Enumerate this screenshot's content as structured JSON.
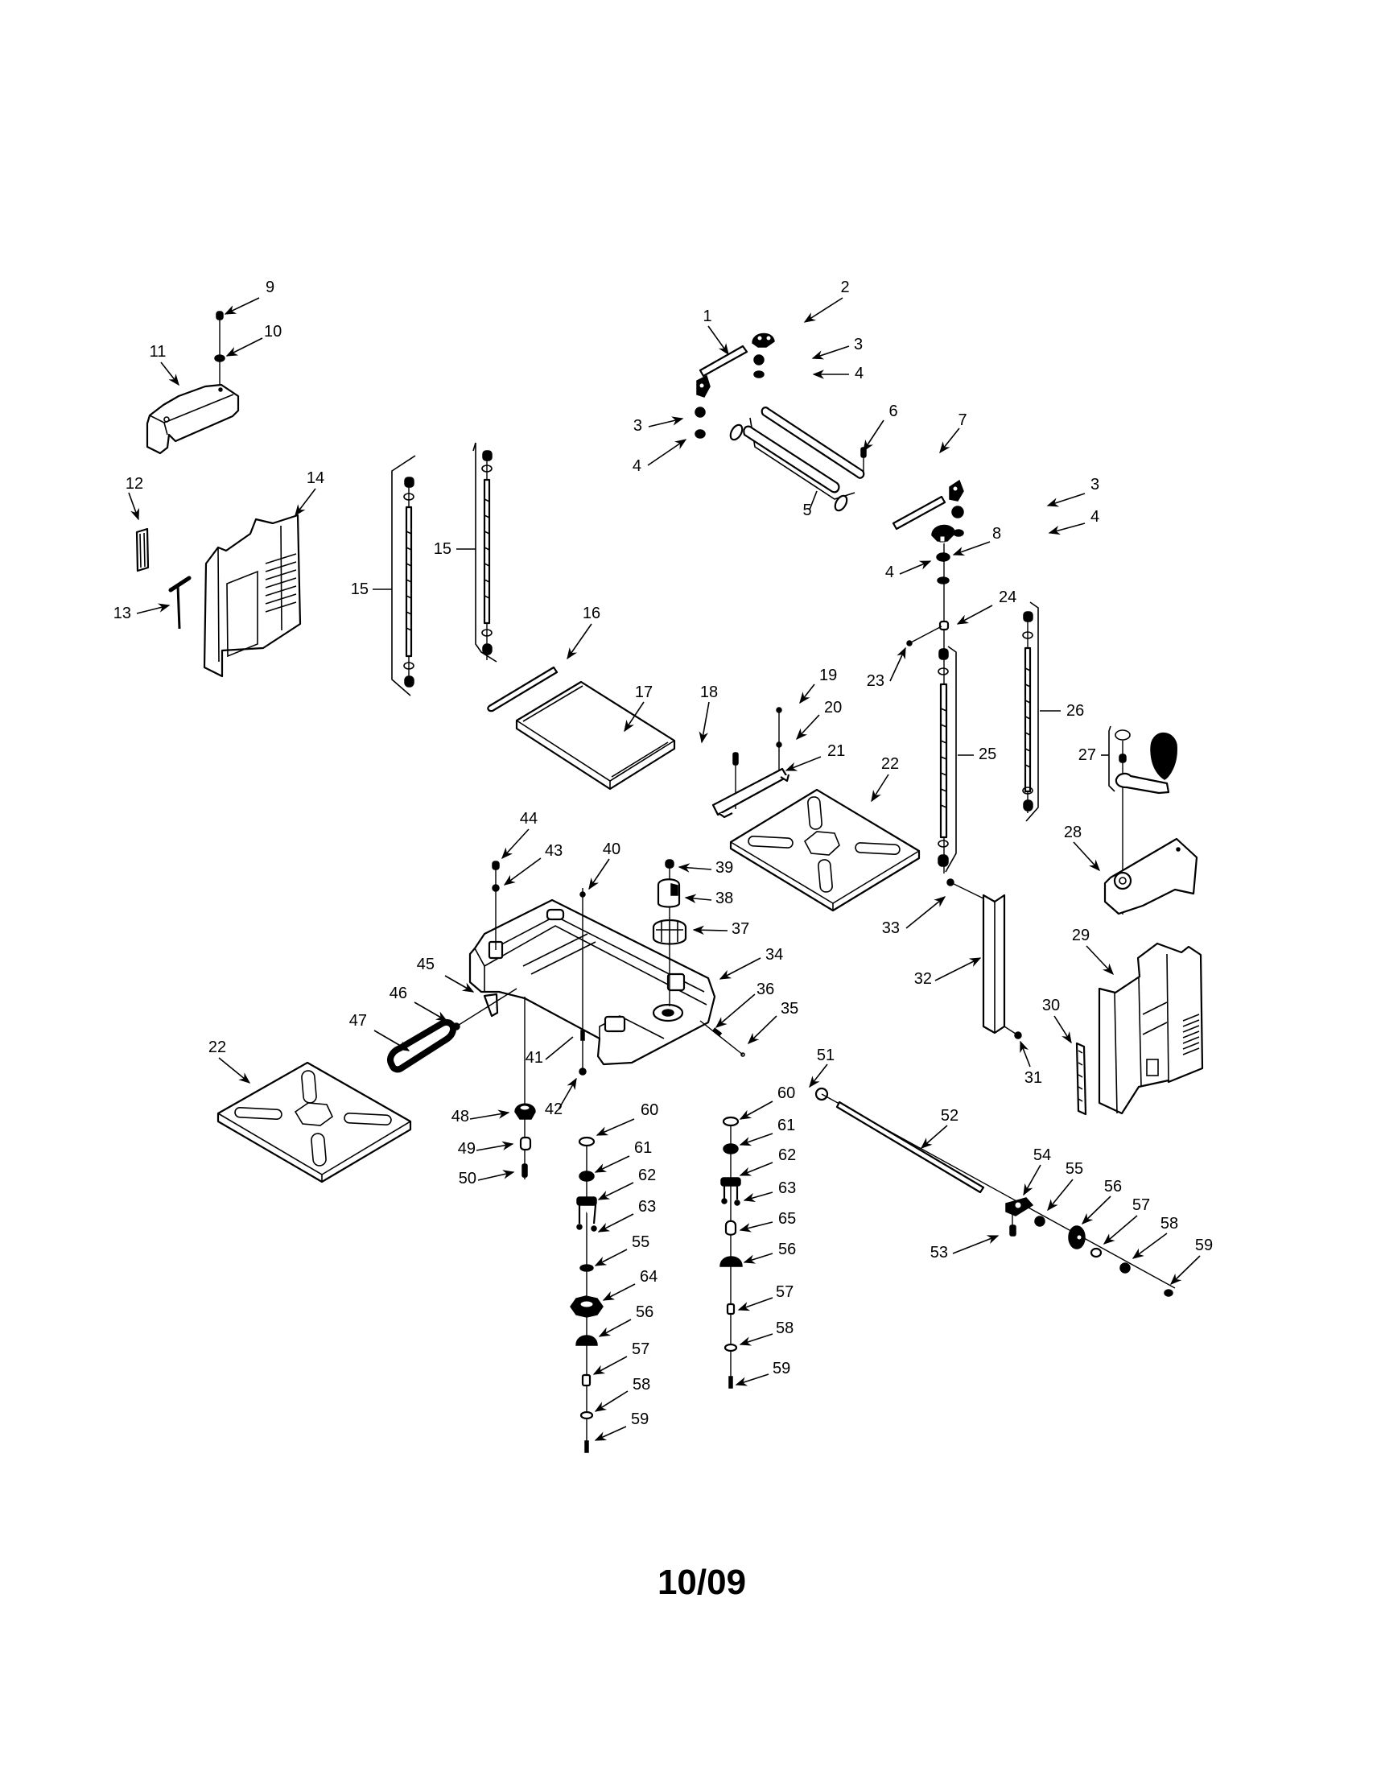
{
  "document": {
    "type": "exploded parts diagram",
    "footer_code": "10/09"
  },
  "parts": [
    {
      "id": "1",
      "label": "1"
    },
    {
      "id": "2",
      "label": "2"
    },
    {
      "id": "3",
      "label": "3"
    },
    {
      "id": "4",
      "label": "4"
    },
    {
      "id": "5",
      "label": "5"
    },
    {
      "id": "6",
      "label": "6"
    },
    {
      "id": "7",
      "label": "7"
    },
    {
      "id": "8",
      "label": "8"
    },
    {
      "id": "9",
      "label": "9"
    },
    {
      "id": "10",
      "label": "10"
    },
    {
      "id": "11",
      "label": "11"
    },
    {
      "id": "12",
      "label": "12"
    },
    {
      "id": "13",
      "label": "13"
    },
    {
      "id": "14",
      "label": "14"
    },
    {
      "id": "15",
      "label": "15"
    },
    {
      "id": "16",
      "label": "16"
    },
    {
      "id": "17",
      "label": "17"
    },
    {
      "id": "18",
      "label": "18"
    },
    {
      "id": "19",
      "label": "19"
    },
    {
      "id": "20",
      "label": "20"
    },
    {
      "id": "21",
      "label": "21"
    },
    {
      "id": "22",
      "label": "22"
    },
    {
      "id": "23",
      "label": "23"
    },
    {
      "id": "24",
      "label": "24"
    },
    {
      "id": "25",
      "label": "25"
    },
    {
      "id": "26",
      "label": "26"
    },
    {
      "id": "27",
      "label": "27"
    },
    {
      "id": "28",
      "label": "28"
    },
    {
      "id": "29",
      "label": "29"
    },
    {
      "id": "30",
      "label": "30"
    },
    {
      "id": "31",
      "label": "31"
    },
    {
      "id": "32",
      "label": "32"
    },
    {
      "id": "33",
      "label": "33"
    },
    {
      "id": "34",
      "label": "34"
    },
    {
      "id": "35",
      "label": "35"
    },
    {
      "id": "36",
      "label": "36"
    },
    {
      "id": "37",
      "label": "37"
    },
    {
      "id": "38",
      "label": "38"
    },
    {
      "id": "39",
      "label": "39"
    },
    {
      "id": "40",
      "label": "40"
    },
    {
      "id": "41",
      "label": "41"
    },
    {
      "id": "42",
      "label": "42"
    },
    {
      "id": "43",
      "label": "43"
    },
    {
      "id": "44",
      "label": "44"
    },
    {
      "id": "45",
      "label": "45"
    },
    {
      "id": "46",
      "label": "46"
    },
    {
      "id": "47",
      "label": "47"
    },
    {
      "id": "48",
      "label": "48"
    },
    {
      "id": "49",
      "label": "49"
    },
    {
      "id": "50",
      "label": "50"
    },
    {
      "id": "51",
      "label": "51"
    },
    {
      "id": "52",
      "label": "52"
    },
    {
      "id": "53",
      "label": "53"
    },
    {
      "id": "54",
      "label": "54"
    },
    {
      "id": "55",
      "label": "55"
    },
    {
      "id": "56",
      "label": "56"
    },
    {
      "id": "57",
      "label": "57"
    },
    {
      "id": "58",
      "label": "58"
    },
    {
      "id": "59",
      "label": "59"
    },
    {
      "id": "60",
      "label": "60"
    },
    {
      "id": "61",
      "label": "61"
    },
    {
      "id": "62",
      "label": "62"
    },
    {
      "id": "63",
      "label": "63"
    },
    {
      "id": "64",
      "label": "64"
    },
    {
      "id": "65",
      "label": "65"
    }
  ],
  "callouts": [
    {
      "label": "9"
    },
    {
      "label": "10"
    },
    {
      "label": "11"
    },
    {
      "label": "12"
    },
    {
      "label": "13"
    },
    {
      "label": "14"
    },
    {
      "label": "15"
    },
    {
      "label": "15"
    },
    {
      "label": "1"
    },
    {
      "label": "2"
    },
    {
      "label": "3"
    },
    {
      "label": "4"
    },
    {
      "label": "3"
    },
    {
      "label": "4"
    },
    {
      "label": "6"
    },
    {
      "label": "7"
    },
    {
      "label": "5"
    },
    {
      "label": "3"
    },
    {
      "label": "4"
    },
    {
      "label": "8"
    },
    {
      "label": "4"
    },
    {
      "label": "24"
    },
    {
      "label": "23"
    },
    {
      "label": "26"
    },
    {
      "label": "25"
    },
    {
      "label": "16"
    },
    {
      "label": "17"
    },
    {
      "label": "18"
    },
    {
      "label": "19"
    },
    {
      "label": "20"
    },
    {
      "label": "21"
    },
    {
      "label": "22"
    },
    {
      "label": "27"
    },
    {
      "label": "28"
    },
    {
      "label": "29"
    },
    {
      "label": "30"
    },
    {
      "label": "31"
    },
    {
      "label": "32"
    },
    {
      "label": "33"
    },
    {
      "label": "44"
    },
    {
      "label": "43"
    },
    {
      "label": "40"
    },
    {
      "label": "39"
    },
    {
      "label": "38"
    },
    {
      "label": "37"
    },
    {
      "label": "34"
    },
    {
      "label": "36"
    },
    {
      "label": "35"
    },
    {
      "label": "45"
    },
    {
      "label": "46"
    },
    {
      "label": "47"
    },
    {
      "label": "41"
    },
    {
      "label": "42"
    },
    {
      "label": "22"
    },
    {
      "label": "48"
    },
    {
      "label": "49"
    },
    {
      "label": "50"
    },
    {
      "label": "60"
    },
    {
      "label": "61"
    },
    {
      "label": "62"
    },
    {
      "label": "63"
    },
    {
      "label": "55"
    },
    {
      "label": "64"
    },
    {
      "label": "56"
    },
    {
      "label": "57"
    },
    {
      "label": "58"
    },
    {
      "label": "59"
    },
    {
      "label": "60"
    },
    {
      "label": "61"
    },
    {
      "label": "62"
    },
    {
      "label": "63"
    },
    {
      "label": "65"
    },
    {
      "label": "56"
    },
    {
      "label": "57"
    },
    {
      "label": "58"
    },
    {
      "label": "59"
    },
    {
      "label": "51"
    },
    {
      "label": "52"
    },
    {
      "label": "54"
    },
    {
      "label": "55"
    },
    {
      "label": "56"
    },
    {
      "label": "57"
    },
    {
      "label": "58"
    },
    {
      "label": "59"
    },
    {
      "label": "53"
    }
  ]
}
